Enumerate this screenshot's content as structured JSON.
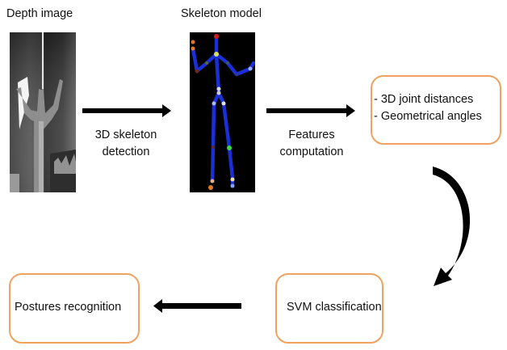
{
  "stages": {
    "depth_image": {
      "title": "Depth image"
    },
    "skeleton_model": {
      "title": "Skeleton model"
    },
    "features_box": {
      "lines": [
        "- 3D joint distances",
        "- Geometrical angles"
      ]
    },
    "svm_box": {
      "label": "SVM classification"
    },
    "postures_box": {
      "label": "Postures recognition"
    }
  },
  "arrows": {
    "skeleton_detection": {
      "lines": [
        "3D skeleton",
        "detection"
      ]
    },
    "features_computation": {
      "lines": [
        "Features",
        "computation"
      ]
    }
  },
  "colors": {
    "box_border": "#f0a25e",
    "skeleton_bone": "#1a2fd6",
    "skeleton_bg": "#000000",
    "arrow": "#000000"
  }
}
